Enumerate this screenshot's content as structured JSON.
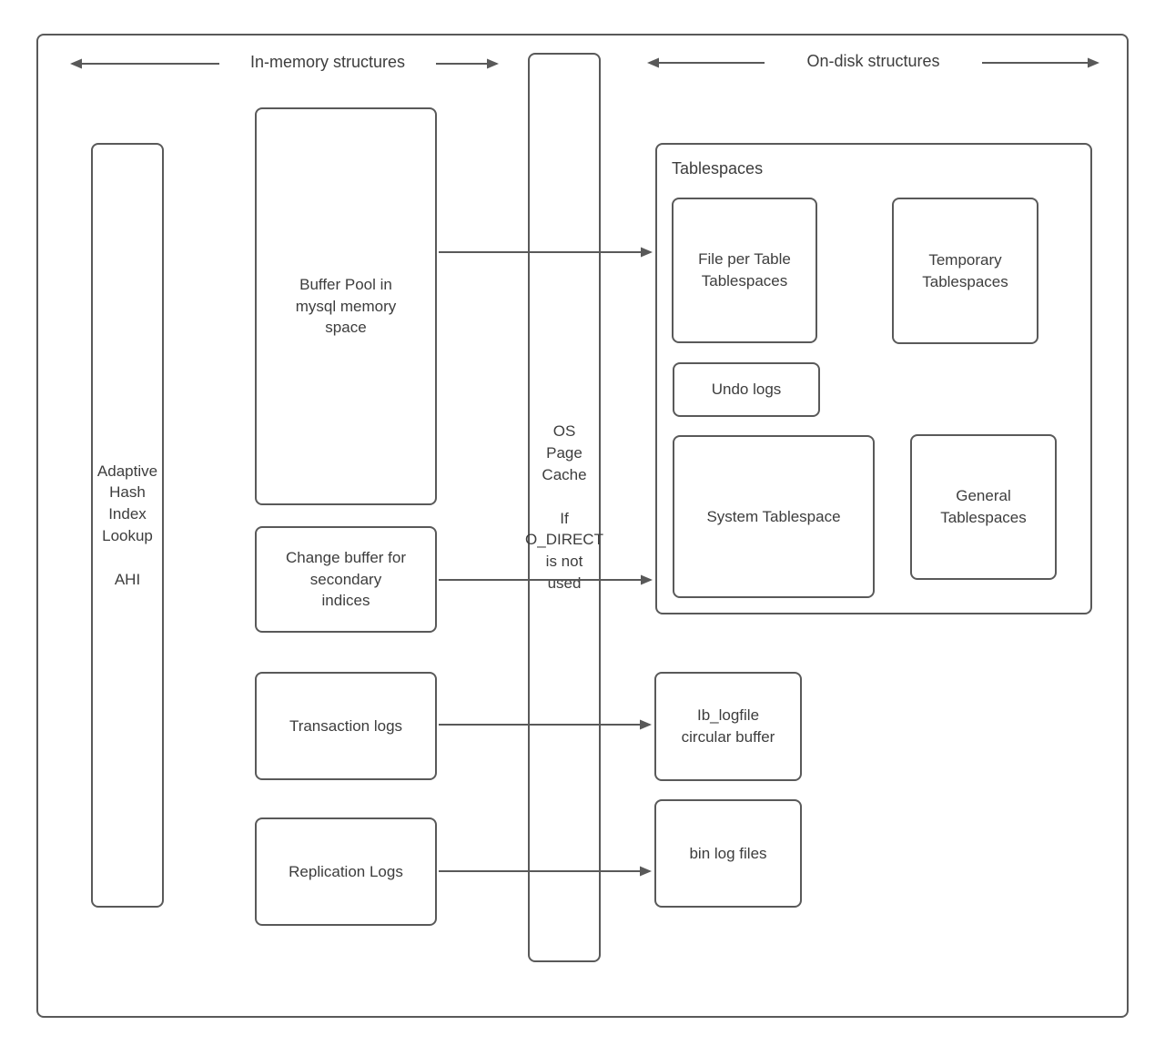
{
  "headers": {
    "in_memory": "In-memory structures",
    "on_disk": "On-disk structures"
  },
  "nodes": {
    "ahi": {
      "label": "Adaptive\nHash\nIndex\nLookup\n\nAHI"
    },
    "buffer_pool": {
      "label": "Buffer Pool in\nmysql memory\nspace"
    },
    "os_page_cache": {
      "label": "OS\nPage\nCache\n\nIf\nO_DIRECT\nis not\nused"
    },
    "change_buffer": {
      "label": "Change buffer for\nsecondary\nindices"
    },
    "transaction_logs": {
      "label": "Transaction logs"
    },
    "replication_logs": {
      "label": "Replication Logs"
    },
    "tablespaces": {
      "label": "Tablespaces"
    },
    "file_per_table": {
      "label": "File per Table\nTablespaces"
    },
    "temporary_tablespaces": {
      "label": "Temporary\nTablespaces"
    },
    "undo_logs": {
      "label": "Undo logs"
    },
    "system_tablespace": {
      "label": "System Tablespace"
    },
    "general_tablespaces": {
      "label": "General\nTablespaces"
    },
    "ib_logfile": {
      "label": "Ib_logfile\ncircular buffer"
    },
    "bin_log_files": {
      "label": "bin log files"
    }
  },
  "colors": {
    "stroke": "#595959",
    "text": "#3d3d3d",
    "background": "#ffffff"
  }
}
